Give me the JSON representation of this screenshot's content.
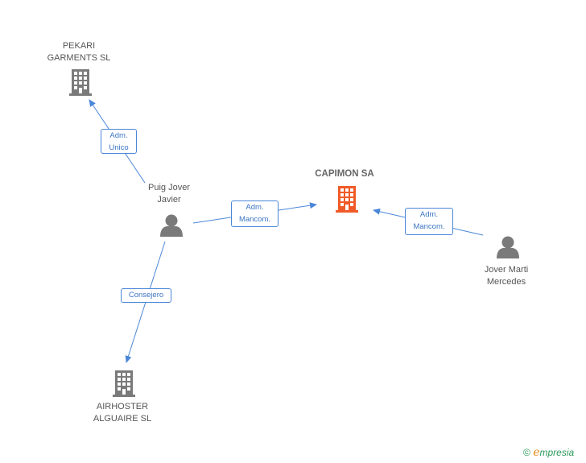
{
  "colors": {
    "edge": "#4a86d8",
    "company": "#7a7a7a",
    "main_company": "#f05a28",
    "person": "#7a7a7a"
  },
  "nodes": {
    "pekari": {
      "label": "PEKARI\nGARMENTS SL",
      "icon": "building-icon"
    },
    "capimon": {
      "label": "CAPIMON SA",
      "icon": "building-icon"
    },
    "airhoster": {
      "label": "AIRHOSTER\nALGUAIRE SL",
      "icon": "building-icon"
    },
    "puig": {
      "label": "Puig Jover\nJavier",
      "icon": "person-icon"
    },
    "jover": {
      "label": "Jover Marti\nMercedes",
      "icon": "person-icon"
    }
  },
  "edges": {
    "puig_pekari": "Adm.\nUnico",
    "puig_capimon": "Adm.\nMancom.",
    "jover_capimon": "Adm.\nMancom.",
    "puig_airhoster": "Consejero"
  },
  "watermark": {
    "copyright": "©",
    "brand_e": "e",
    "brand_rest": "mpresia"
  }
}
